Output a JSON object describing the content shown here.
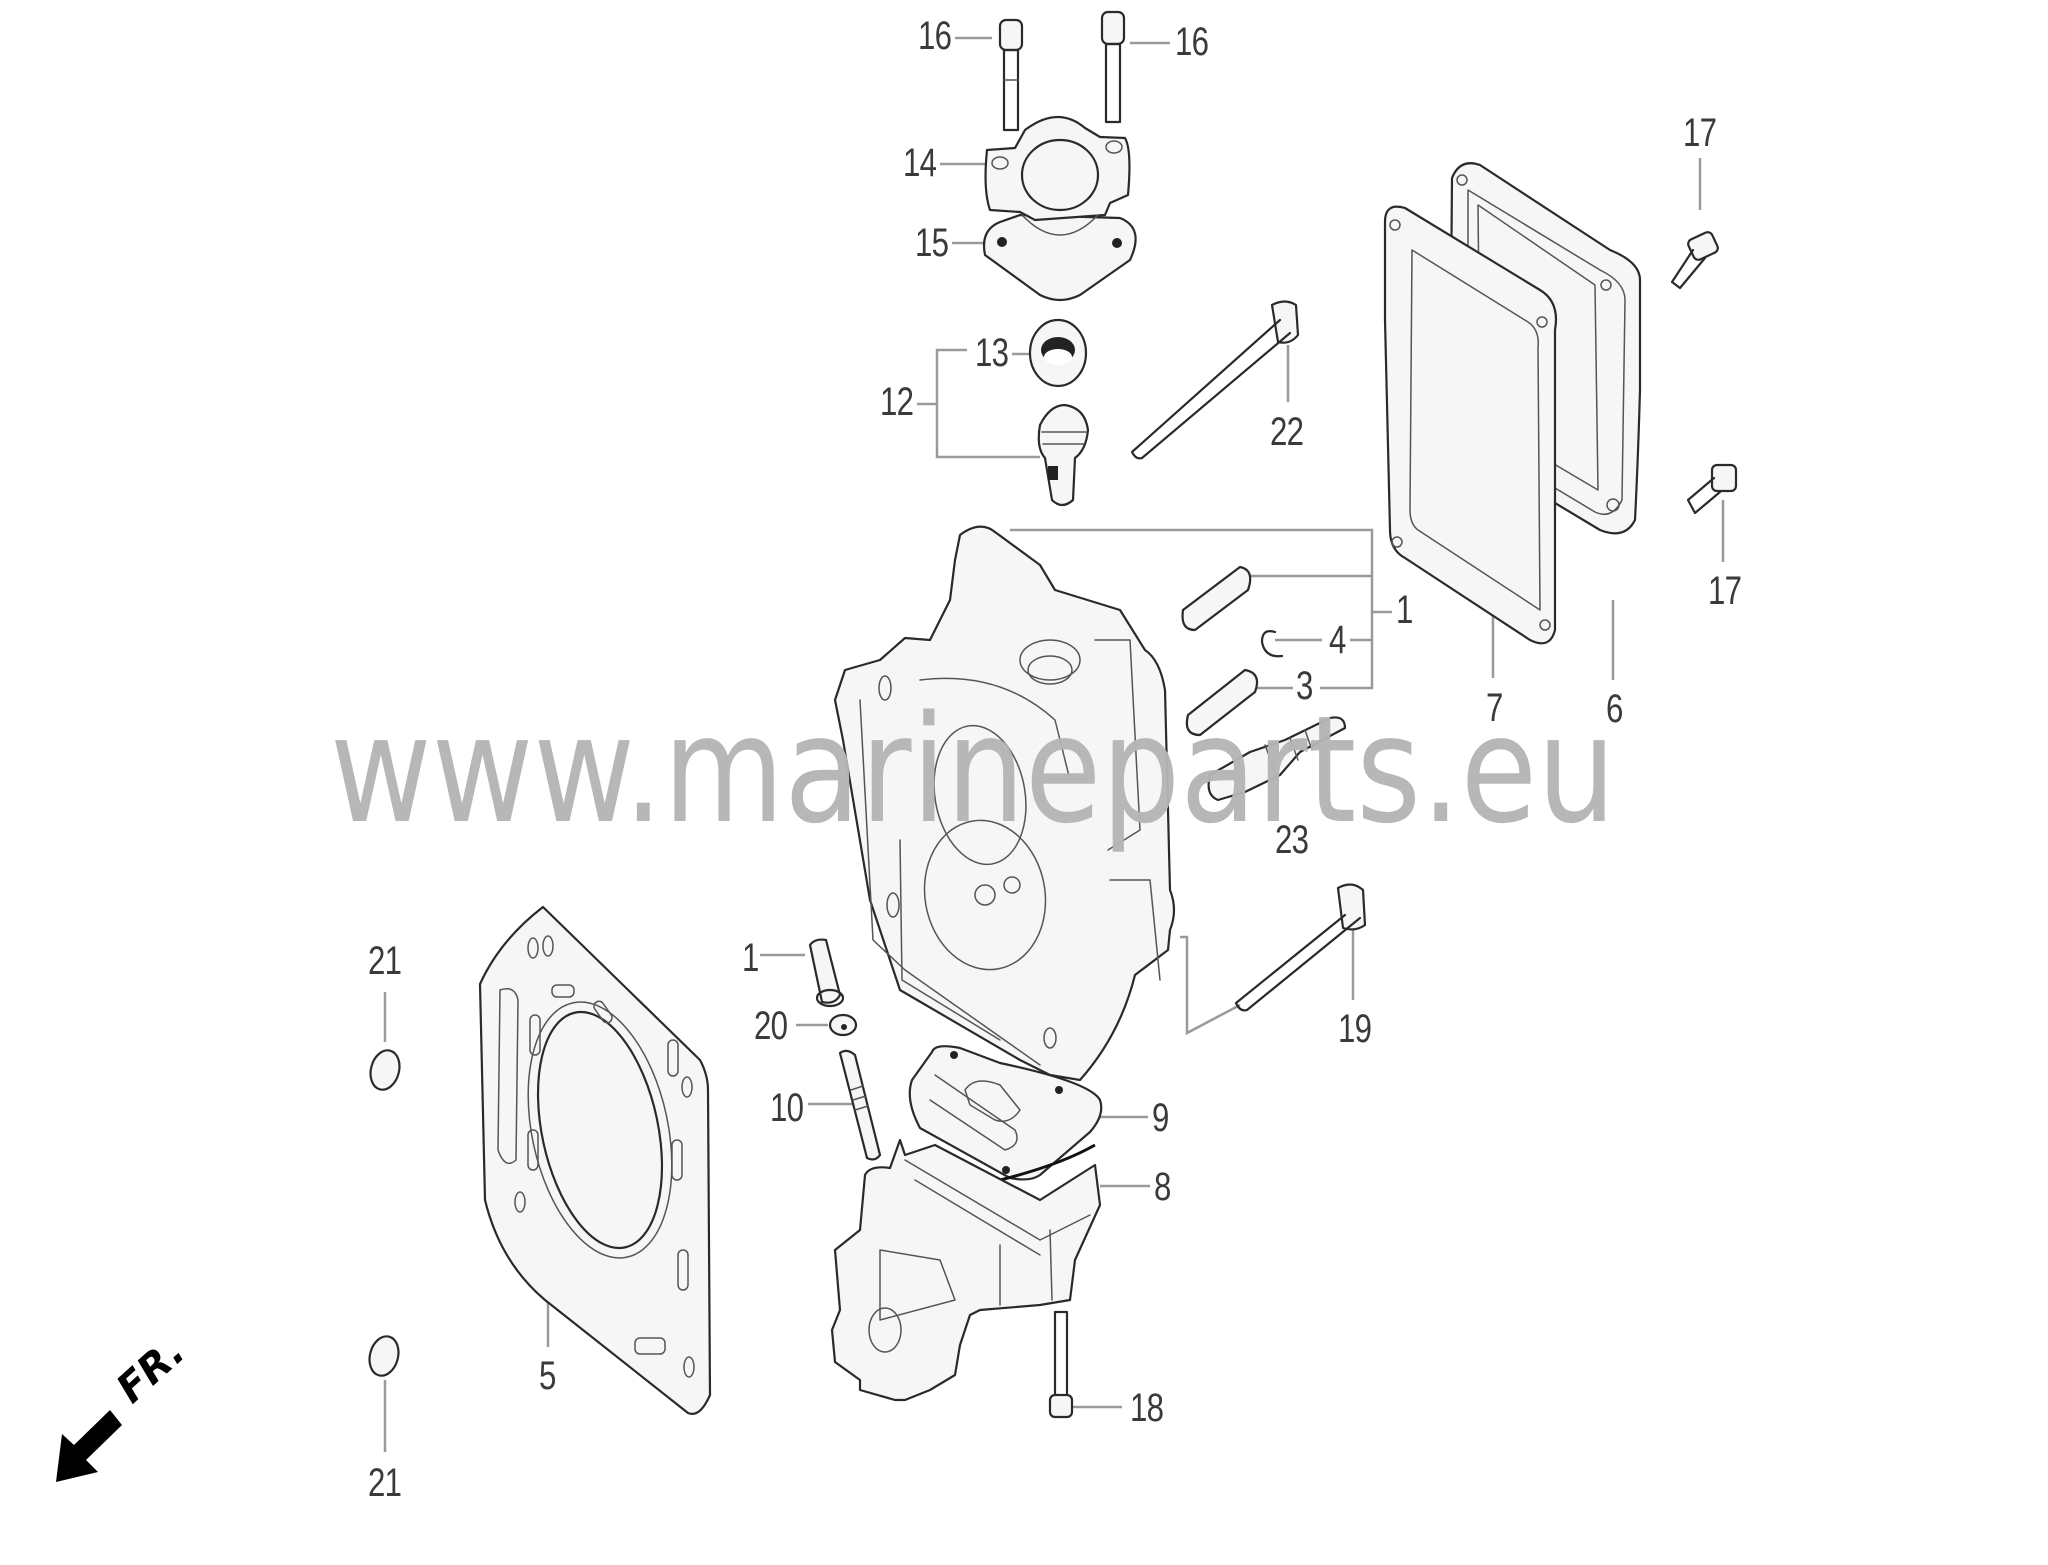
{
  "diagram": {
    "title": "Cylinder head exploded parts diagram",
    "watermark": "www.marineparts.eu",
    "direction_indicator": {
      "label": "FR.",
      "icon": "front-direction-arrow"
    },
    "colors": {
      "line_art": "#2a2a2a",
      "leader_lines": "#9a9a9a",
      "callout_text": "#3a3a3a",
      "watermark": "#b5b5b5",
      "background": "#ffffff"
    },
    "callouts": [
      {
        "id": "c16a",
        "number": "16",
        "part": "flange bolt (thermostat cover, left)"
      },
      {
        "id": "c16b",
        "number": "16",
        "part": "flange bolt (thermostat cover, right)"
      },
      {
        "id": "c14",
        "number": "14",
        "part": "thermostat cover"
      },
      {
        "id": "c15",
        "number": "15",
        "part": "thermostat cover gasket"
      },
      {
        "id": "c13",
        "number": "13",
        "part": "thermostat seal ring"
      },
      {
        "id": "c12",
        "number": "12",
        "part": "thermostat assembly"
      },
      {
        "id": "c22",
        "number": "22",
        "part": "long flange bolt (upper)"
      },
      {
        "id": "c17a",
        "number": "17",
        "part": "flange bolt (head cover, upper)"
      },
      {
        "id": "c17b",
        "number": "17",
        "part": "flange bolt (head cover, lower)"
      },
      {
        "id": "c7",
        "number": "7",
        "part": "head cover gasket"
      },
      {
        "id": "c6",
        "number": "6",
        "part": "cylinder head cover"
      },
      {
        "id": "c1a",
        "number": "1",
        "part": "cylinder head assembly"
      },
      {
        "id": "c4",
        "number": "4",
        "part": "clip"
      },
      {
        "id": "c3",
        "number": "3",
        "part": "valve guide"
      },
      {
        "id": "c23",
        "number": "23",
        "part": "spark plug"
      },
      {
        "id": "c19",
        "number": "19",
        "part": "long flange bolt (lower)"
      },
      {
        "id": "c21a",
        "number": "21",
        "part": "dowel pin (upper)"
      },
      {
        "id": "c21b",
        "number": "21",
        "part": "dowel pin (lower)"
      },
      {
        "id": "c5",
        "number": "5",
        "part": "cylinder head gasket"
      },
      {
        "id": "c1b",
        "number": "1",
        "part": "fitting (cylinder head assembly)"
      },
      {
        "id": "c20",
        "number": "20",
        "part": "nut"
      },
      {
        "id": "c10",
        "number": "10",
        "part": "stud bolt"
      },
      {
        "id": "c9",
        "number": "9",
        "part": "manifold gasket"
      },
      {
        "id": "c8",
        "number": "8",
        "part": "intake/exhaust manifold"
      },
      {
        "id": "c18",
        "number": "18",
        "part": "flange bolt (manifold)"
      }
    ]
  }
}
